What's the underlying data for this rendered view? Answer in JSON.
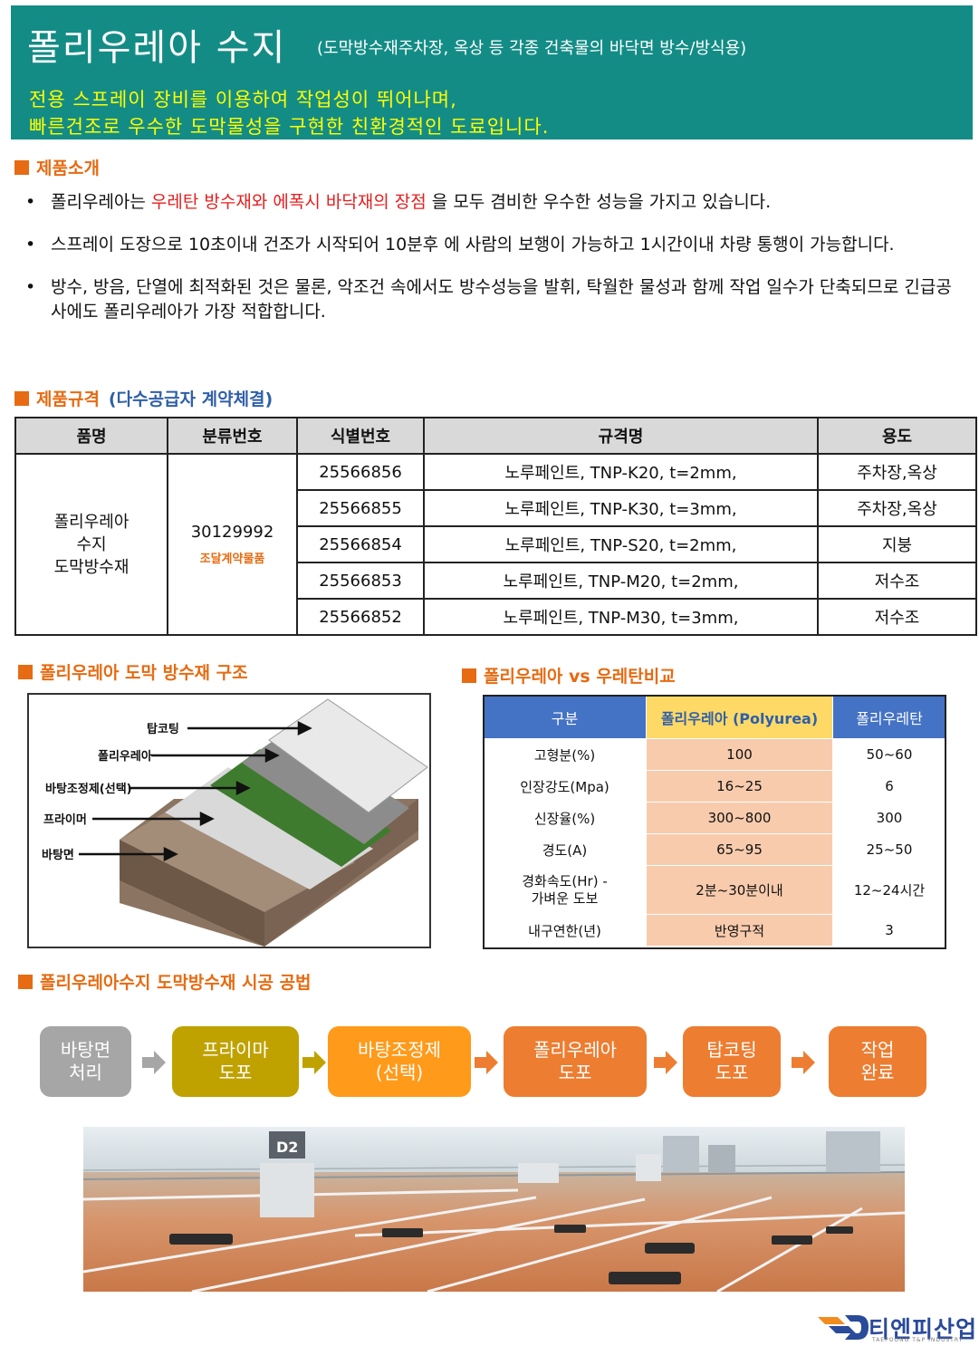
{
  "banner": {
    "title": "폴리우레아 수지",
    "subtitle": "(도막방수재주차장, 옥상 등 각종 건축물의 바닥면 방수/방식용)",
    "line1": "전용 스프레이 장비를 이용하여 작업성이 뛰어나며,",
    "line2": "빠른건조로 우수한 도막물성을 구현한 친환경적인 도료입니다."
  },
  "intro": {
    "heading": "제품소개",
    "bullet_glyph": "•",
    "b1_pre": "폴리우레아는 ",
    "b1_red": "우레탄 방수재와 에폭시 바닥재의 장점",
    "b1_post": " 을 모두 겸비한 우수한 성능을 가지고 있습니다.",
    "b2": "스프레이 도장으로 10초이내 건조가 시작되어 10분후 에 사람의 보행이 가능하고 1시간이내 차량 통행이 가능합니다.",
    "b3": "방수, 방음, 단열에 최적화된 것은 물론, 악조건 속에서도 방수성능을 발휘, 탁월한 물성과 함께 작업 일수가 단축되므로 긴급공사에도 폴리우레아가 가장 적합합니다."
  },
  "spec": {
    "heading": "제품규격",
    "heading_note": "(다수공급자 계약체결)",
    "headers": [
      "품명",
      "분류번호",
      "식별번호",
      "규격명",
      "용도"
    ],
    "product_l1": "폴리우레아",
    "product_l2": "수지",
    "product_l3": "도막방수재",
    "class_no": "30129992",
    "class_note": "조달계약물품",
    "rows": [
      {
        "id": "25566856",
        "spec": "노루페인트, TNP-K20, t=2mm,",
        "use": "주차장,옥상"
      },
      {
        "id": "25566855",
        "spec": "노루페인트, TNP-K30, t=3mm,",
        "use": "주차장,옥상"
      },
      {
        "id": "25566854",
        "spec": "노루페인트, TNP-S20, t=2mm,",
        "use": "지붕"
      },
      {
        "id": "25566853",
        "spec": "노루페인트, TNP-M20, t=2mm,",
        "use": "저수조"
      },
      {
        "id": "25566852",
        "spec": "노루페인트, TNP-M30, t=3mm,",
        "use": "저수조"
      }
    ]
  },
  "structure": {
    "heading": "폴리우레아 도막 방수재 구조",
    "layers": [
      "탑코팅",
      "폴리우레아",
      "바탕조정제(선택)",
      "프라이머",
      "바탕면"
    ]
  },
  "compare": {
    "heading": "폴리우레아 vs 우레탄비교",
    "headers": [
      "구분",
      "폴리우레아 (Polyurea)",
      "폴리우레탄"
    ],
    "rows": [
      {
        "label": "고형분(%)",
        "poly": "100",
        "ure": "50~60"
      },
      {
        "label": "인장강도(Mpa)",
        "poly": "16~25",
        "ure": "6"
      },
      {
        "label": "신장율(%)",
        "poly": "300~800",
        "ure": "300"
      },
      {
        "label": "경도(A)",
        "poly": "65~95",
        "ure": "25~50"
      },
      {
        "label_l1": "경화속도(Hr) -",
        "label_l2": "가벼운 도보",
        "poly": "2분~30분이내",
        "ure": "12~24시간"
      },
      {
        "label": "내구연한(년)",
        "poly": "반영구적",
        "ure": "3"
      }
    ]
  },
  "process": {
    "heading": "폴리우레아수지 도막방수재 시공 공법",
    "steps": [
      {
        "l1": "바탕면",
        "l2": "처리",
        "color": "#a6a6a6"
      },
      {
        "l1": "프라이마",
        "l2": "도포",
        "color": "#bfa200"
      },
      {
        "l1": "바탕조정제",
        "l2": "(선택)",
        "color": "#ff9a1a"
      },
      {
        "l1": "폴리우레아",
        "l2": "도포",
        "color": "#ed7d31"
      },
      {
        "l1": "탑코팅",
        "l2": "도포",
        "color": "#ed7d31"
      },
      {
        "l1": "작업",
        "l2": "완료",
        "color": "#ed7d31"
      }
    ],
    "arrow_colors": [
      "#a6a6a6",
      "#bfa200",
      "#ed7d31",
      "#ed7d31",
      "#ed7d31"
    ]
  },
  "photo": {
    "sign_text": "D2",
    "accent": "#d98a5a"
  },
  "logo": {
    "name": "티엔피산업",
    "sub": "TAEPOONG T&P INDUSTRY",
    "colors": {
      "orange": "#f28c1e",
      "blue": "#2a4a9a"
    }
  }
}
